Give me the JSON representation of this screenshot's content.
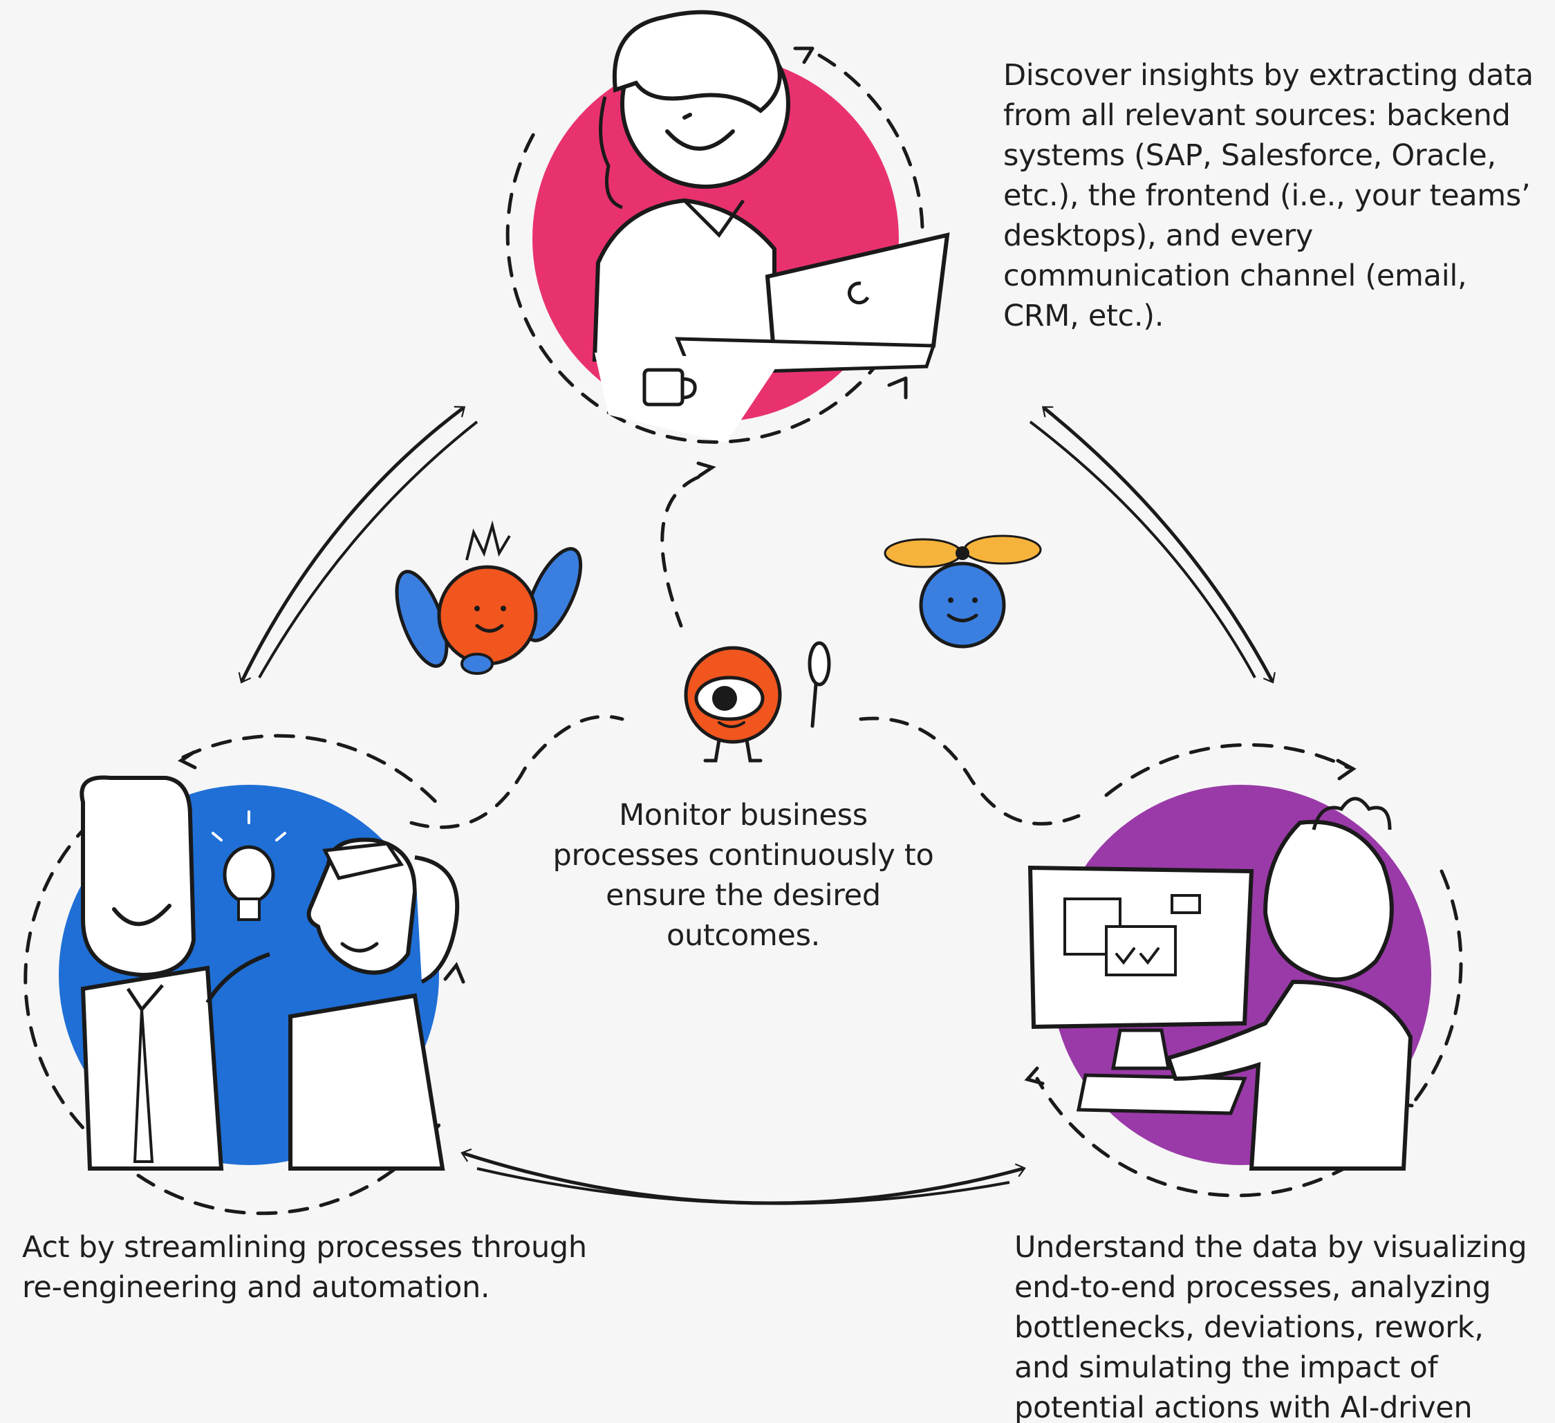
{
  "captions": {
    "discover": "Discover insights by extracting data from all relevant sources: backend systems (SAP, Salesforce, Oracle, etc.), the frontend (i.e., your teams’ desktops), and every communication channel (email, CRM, etc.).",
    "monitor": "Monitor business processes continuously to ensure the desired outcomes.",
    "act": "Act by streamlining processes through re-engineering and automation.",
    "understand": "Understand the data by visualizing end-to-end processes, analyzing bottlenecks, deviations, rework, and simulating the impact of potential actions with AI-driven analysis."
  },
  "colors": {
    "background": "#f6f6f6",
    "discover_circle": "#e8326e",
    "act_circle": "#1f6fd6",
    "understand_circle": "#9a3aa8",
    "mascot_orange": "#f0561e",
    "mascot_blue": "#3a7fe0",
    "propeller_yellow": "#f6b33c",
    "ink": "#1a1a1a"
  },
  "icons": [
    "woman-laptop-illustration",
    "business-people-lightbulb-illustration",
    "man-computer-illustration",
    "flying-mascot-illustration",
    "propeller-mascot-illustration",
    "magnifier-mascot-illustration"
  ]
}
